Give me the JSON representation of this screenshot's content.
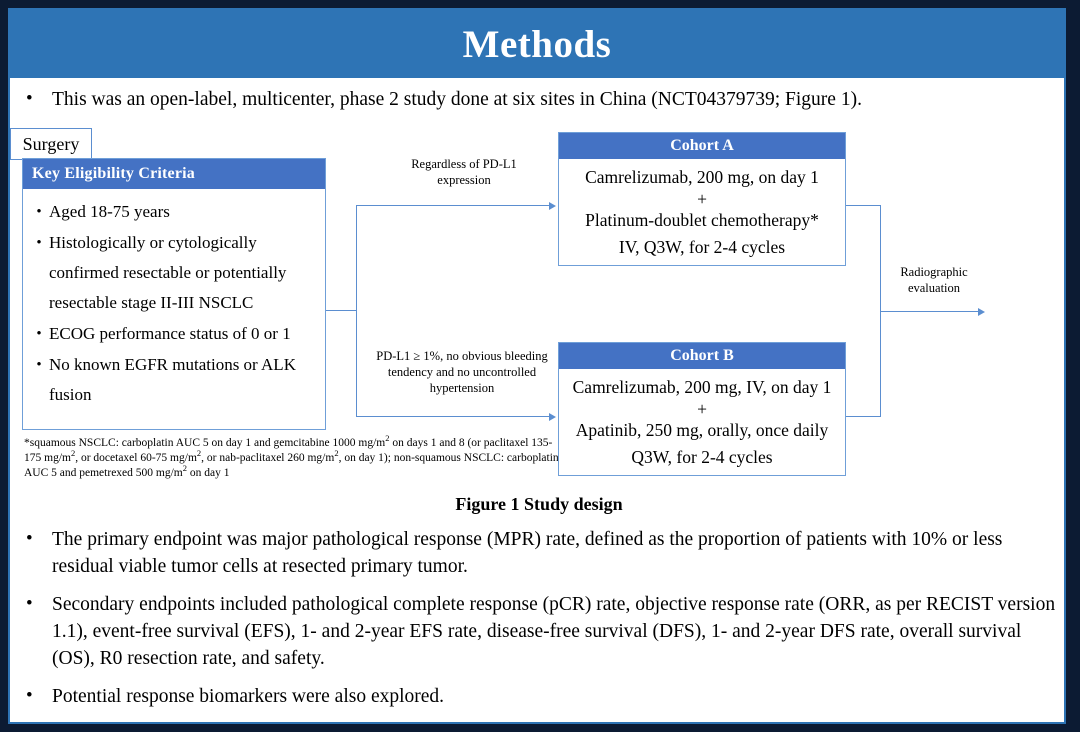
{
  "slide": {
    "title": "Methods",
    "accent_header": "#2e74b5",
    "accent_box": "#4472c4",
    "line_color": "#5b8ed0",
    "frame_color": "#0c1b33"
  },
  "lead_bullet": {
    "marker": "•",
    "text": "This was an open-label, multicenter, phase 2 study done at six sites in China (NCT04379739; Figure 1)."
  },
  "figure": {
    "caption": "Figure 1 Study design",
    "eligibility": {
      "header": "Key  Eligibility Criteria",
      "marker": "•",
      "items": [
        "Aged 18-75 years",
        "Histologically or cytologically confirmed resectable or potentially resectable stage II-III  NSCLC",
        "ECOG performance status of 0 or 1",
        "No known EGFR mutations or ALK fusion"
      ]
    },
    "footnote": {
      "part1": "*squamous NSCLC: carboplatin AUC 5 on day 1 and gemcitabine 1000 mg/m",
      "sup1": "2",
      "part2": " on days 1 and 8 (or paclitaxel 135-175  mg/m",
      "sup2": "2",
      "part3": ", or docetaxel 60-75 mg/m",
      "sup3": "2",
      "part4": ", or nab-paclitaxel 260 mg/m",
      "sup4": "2",
      "part5": ", on day 1); non-squamous NSCLC: carboplatin AUC 5 and pemetrexed 500 mg/m",
      "sup5": "2",
      "part6": " on day 1"
    },
    "cohort_a": {
      "header": "Cohort A",
      "line1": "Camrelizumab, 200 mg, on day 1",
      "line2": "+",
      "line3": "Platinum-doublet chemotherapy*",
      "line4": "IV, Q3W, for 2-4 cycles"
    },
    "cohort_b": {
      "header": "Cohort B",
      "line1": "Camrelizumab, 200 mg, IV, on day 1",
      "line2": "+",
      "line3": "Apatinib, 250 mg, orally, once daily",
      "line4": "Q3W, for 2-4 cycles"
    },
    "label_a": "Regardless  of PD-L1 expression",
    "label_b": "PD-L1 ≥ 1%, no obvious bleeding tendency  and no uncontrolled  hypertension",
    "label_right": "Radiographic evaluation",
    "surgery": "Surgery"
  },
  "lower_bullets": [
    {
      "marker": "•",
      "text": "The primary endpoint was major pathological response (MPR) rate, defined as the proportion of patients with 10% or less residual viable tumor cells at resected primary tumor."
    },
    {
      "marker": "•",
      "text": "Secondary endpoints included pathological complete response (pCR) rate, objective response rate (ORR, as per RECIST version 1.1), event-free survival (EFS), 1- and 2-year EFS rate, disease-free survival (DFS), 1- and 2-year DFS rate, overall survival (OS), R0 resection rate, and safety."
    },
    {
      "marker": "•",
      "text": "Potential response biomarkers were also explored."
    }
  ]
}
